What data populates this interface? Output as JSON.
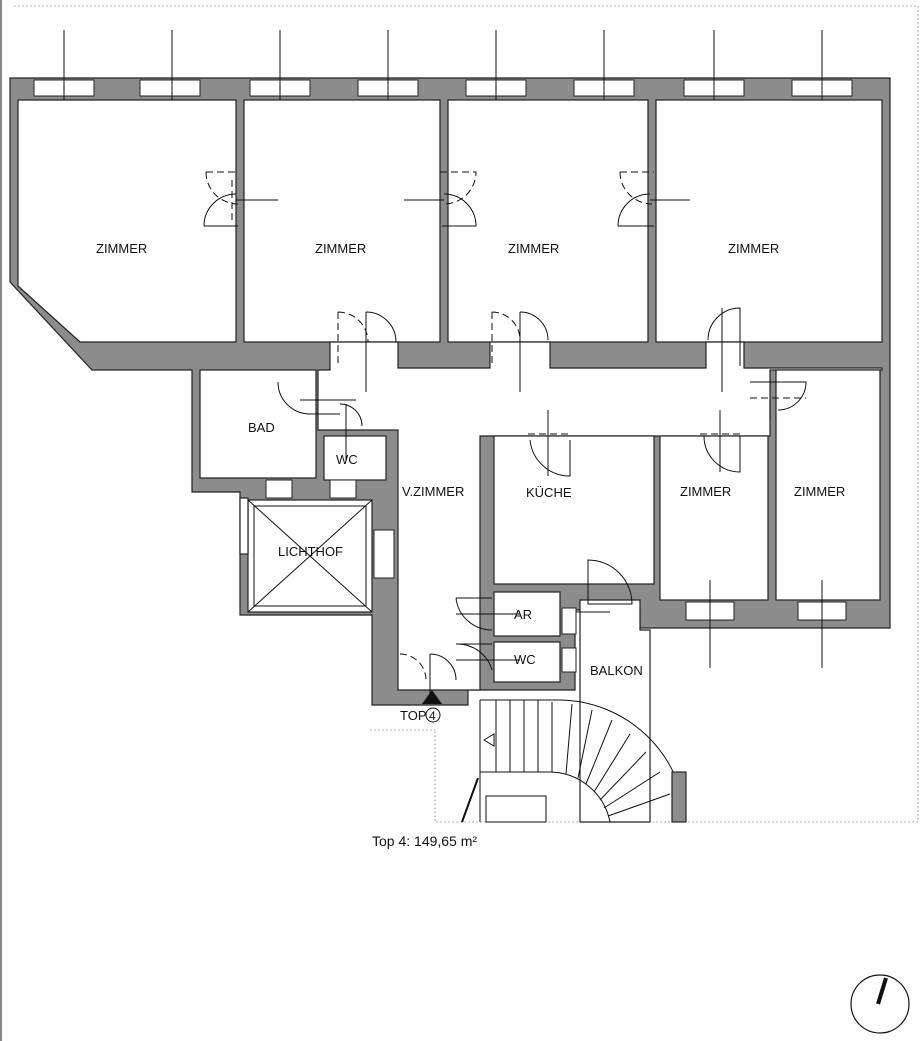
{
  "plan": {
    "rooms": {
      "zimmer_1": "ZIMMER",
      "zimmer_2": "ZIMMER",
      "zimmer_3": "ZIMMER",
      "zimmer_4": "ZIMMER",
      "bad": "BAD",
      "wc_1": "WC",
      "vorzimmer": "V.ZIMMER",
      "kueche": "KÜCHE",
      "zimmer_5": "ZIMMER",
      "zimmer_6": "ZIMMER",
      "lichthof": "LICHTHOF",
      "ar": "AR",
      "wc_2": "WC",
      "balkon": "BALKON"
    },
    "entrance_label": "TOP",
    "entrance_number": "4",
    "area_caption": "Top 4: 149,65 m²"
  }
}
